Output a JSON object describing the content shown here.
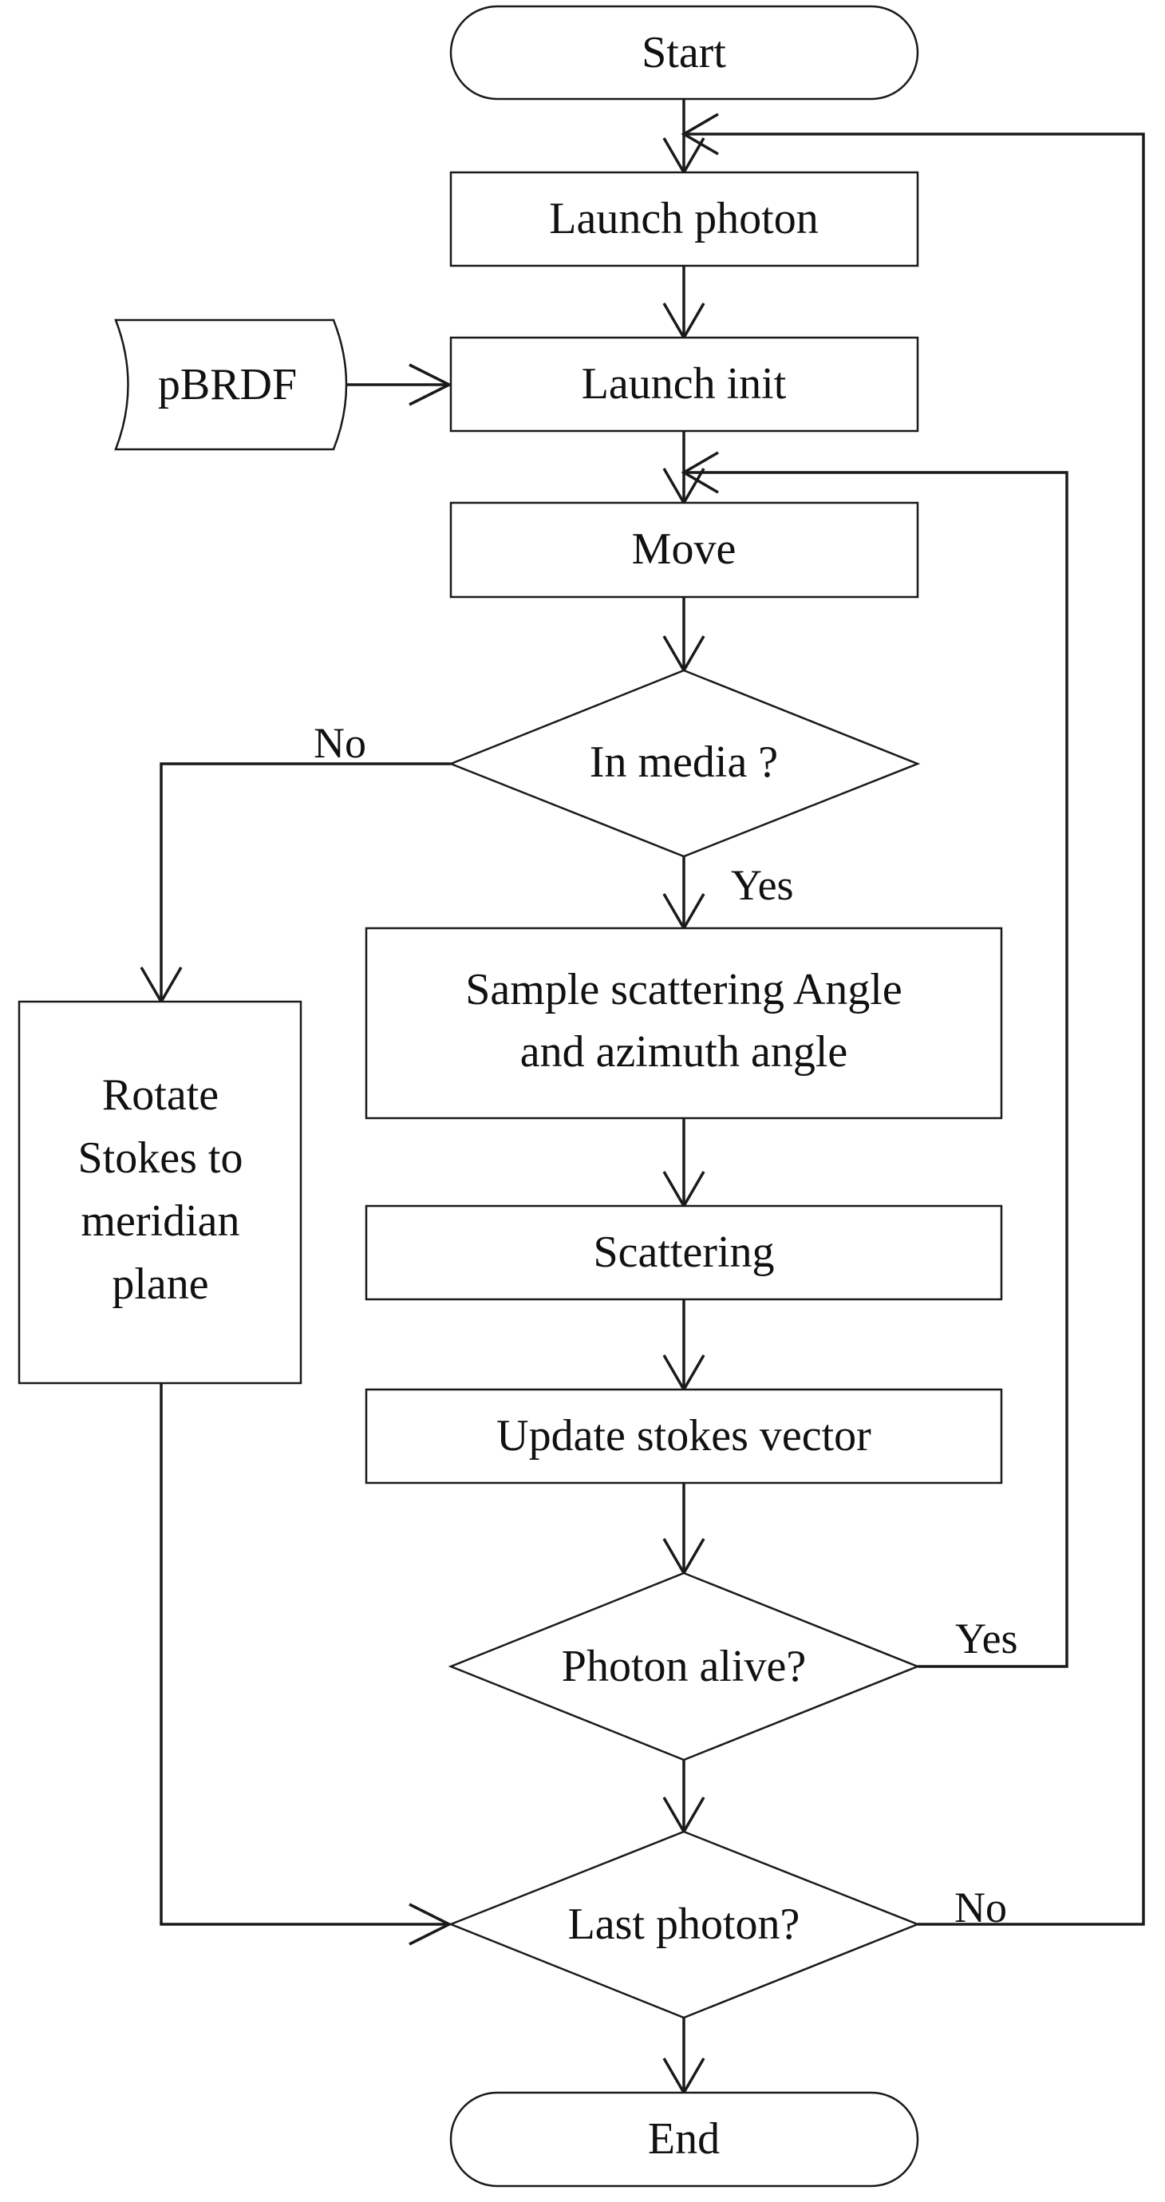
{
  "flowchart": {
    "start": "Start",
    "launch_photon": "Launch photon",
    "pbrdf": "pBRDF",
    "launch_init": "Launch init",
    "move": "Move",
    "in_media": "In media ?",
    "in_media_yes": "Yes",
    "in_media_no": "No",
    "sample_line1": "Sample scattering Angle",
    "sample_line2": "and azimuth  angle",
    "rotate_line1": "Rotate",
    "rotate_line2": "Stokes to",
    "rotate_line3": "meridian",
    "rotate_line4": "plane",
    "scattering": "Scattering",
    "update": "Update stokes vector",
    "photon_alive": "Photon alive?",
    "photon_alive_yes": "Yes",
    "last_photon": "Last photon?",
    "last_photon_no": "No",
    "end": "End"
  }
}
